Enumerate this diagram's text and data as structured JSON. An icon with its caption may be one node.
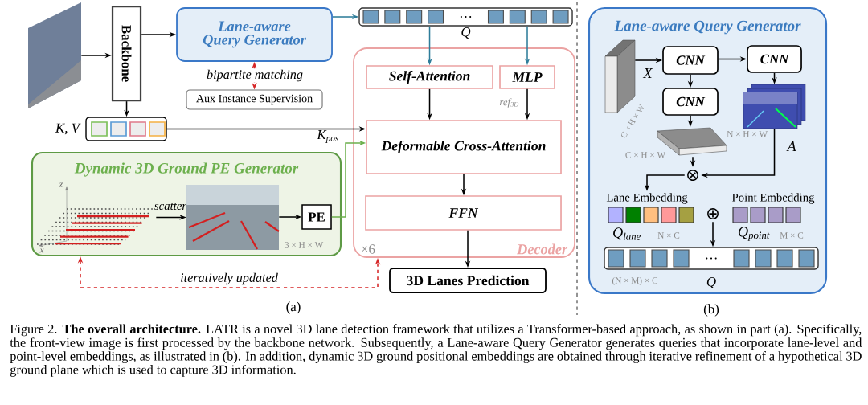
{
  "diagram": {
    "caption": "Figure 2. **The overall architecture.** LATR is a novel 3D lane detection framework that utilizes a Transformer-based approach, as shown in part (a). Specifically, the front-view image is first processed by the backbone network. Subsequently, a Lane-aware Query Generator generates queries that incorporate lane-level and point-level embeddings, as illustrated in (b). In addition, dynamic 3D ground positional embeddings are obtained through iterative refinement of a hypothetical 3D ground plane which is used to capture 3D information.",
    "nodes": [
      {
        "text": [],
        "shape": "picture"
      },
      {
        "text": [
          "Backbone"
        ]
      },
      {
        "text": [
          "Lane-aware Query Generator"
        ]
      },
      {
        "text": [
          "Aux Instance Supervision"
        ]
      },
      {
        "text": [
          "…"
        ],
        "beside": [
          "Q"
        ]
      },
      {
        "text": [],
        "shape": "bar",
        "beside": [
          "K, V"
        ]
      },
      {
        "text": [
          "×6",
          "Decoder"
        ]
      },
      {
        "text": [
          "Self-Attention"
        ],
        "in": 6
      },
      {
        "text": [
          "MLP"
        ],
        "in": 6
      },
      {
        "text": [
          "Deformable Cross-Attention"
        ],
        "in": 6
      },
      {
        "text": [
          "FFN"
        ],
        "in": 6
      },
      {
        "text": [
          "3D Lanes Prediction"
        ]
      },
      {
        "text": [
          "Dynamic 3D Ground PE Generator"
        ]
      },
      {
        "text": [],
        "shape": "picture",
        "in": 12,
        "beside": [
          "z",
          "x"
        ]
      },
      {
        "text": [],
        "shape": "picture",
        "in": 12,
        "beside": [
          "3 × H × W"
        ]
      },
      {
        "text": [
          "PE"
        ],
        "in": 12
      },
      {
        "text": [
          "Lane-aware Query Generator"
        ]
      },
      {
        "text": [],
        "shape": "box",
        "in": 16,
        "beside": [
          "C × H × W"
        ]
      },
      {
        "text": [
          "CNN"
        ],
        "in": 16
      },
      {
        "text": [
          "CNN"
        ],
        "in": 16
      },
      {
        "text": [
          "CNN"
        ],
        "in": 16
      },
      {
        "text": [],
        "shape": "box",
        "in": 16,
        "beside": [
          "C × H × W"
        ]
      },
      {
        "text": [],
        "shape": "picture",
        "in": 16,
        "beside": [
          "N × H × W",
          "A"
        ]
      },
      {
        "text": [
          "⊗"
        ],
        "in": 16
      },
      {
        "text": [
          "Lane Embedding"
        ],
        "in": 16,
        "beside": [
          "Q$_{lane}$",
          "N × C"
        ]
      },
      {
        "text": [
          "Point Embedding"
        ],
        "in": 16,
        "beside": [
          "Q$_{point}$",
          "M × C"
        ]
      },
      {
        "text": [
          "⊕"
        ],
        "in": 16
      },
      {
        "text": [
          "…"
        ],
        "in": 16,
        "beside": [
          "(N × M) × C",
          "Q"
        ]
      }
    ],
    "edges": [
      {
        "from": 0,
        "to": 1,
        "arrow": "to"
      },
      {
        "from": 1,
        "to": 2,
        "arrow": "to"
      },
      {
        "from": 2,
        "to": 4,
        "arrow": "to",
        "color": "#2e7d9a"
      },
      {
        "from": 2,
        "to": 3,
        "arrow": "both",
        "style": "dashed",
        "color": "#d62728",
        "label": "bipartite matching"
      },
      {
        "from": 1,
        "to": 5,
        "arrow": "to"
      },
      {
        "from": 5,
        "to": 9,
        "arrow": "to"
      },
      {
        "from": 15,
        "to": 9,
        "arrow": "to",
        "color": "#6db04e",
        "label": "K$_{pos}$"
      },
      {
        "from": 4,
        "to": 7,
        "arrow": "to",
        "color": "#2e7d9a"
      },
      {
        "from": 4,
        "to": 8,
        "arrow": "to",
        "color": "#2e7d9a"
      },
      {
        "from": 7,
        "to": 9,
        "arrow": "to"
      },
      {
        "from": 8,
        "to": 9,
        "arrow": "to",
        "label": "ref$_{3D}$"
      },
      {
        "from": 9,
        "to": 10,
        "arrow": "to"
      },
      {
        "from": 10,
        "to": 11,
        "arrow": "to"
      },
      {
        "from": 12,
        "to": 6,
        "arrow": "both",
        "style": "dashed",
        "color": "#d62728",
        "label": "iteratively updated"
      },
      {
        "from": 13,
        "to": 14,
        "arrow": "to",
        "label": "scatter"
      },
      {
        "from": 14,
        "to": 15,
        "arrow": "to"
      },
      {
        "from": 17,
        "to": 18,
        "arrow": "to",
        "label": "X"
      },
      {
        "from": 18,
        "to": 19,
        "arrow": "to"
      },
      {
        "from": 18,
        "to": 20,
        "arrow": "to"
      },
      {
        "from": 20,
        "to": 21,
        "arrow": "to"
      },
      {
        "from": 19,
        "to": 22,
        "arrow": "to"
      },
      {
        "from": 21,
        "to": 23,
        "arrow": "to"
      },
      {
        "from": 22,
        "to": 23,
        "arrow": "to"
      },
      {
        "from": 23,
        "to": 24,
        "arrow": "to"
      },
      {
        "from": 26,
        "to": 27,
        "arrow": "to"
      }
    ],
    "labels": [
      "(a)",
      "(b)"
    ]
  }
}
